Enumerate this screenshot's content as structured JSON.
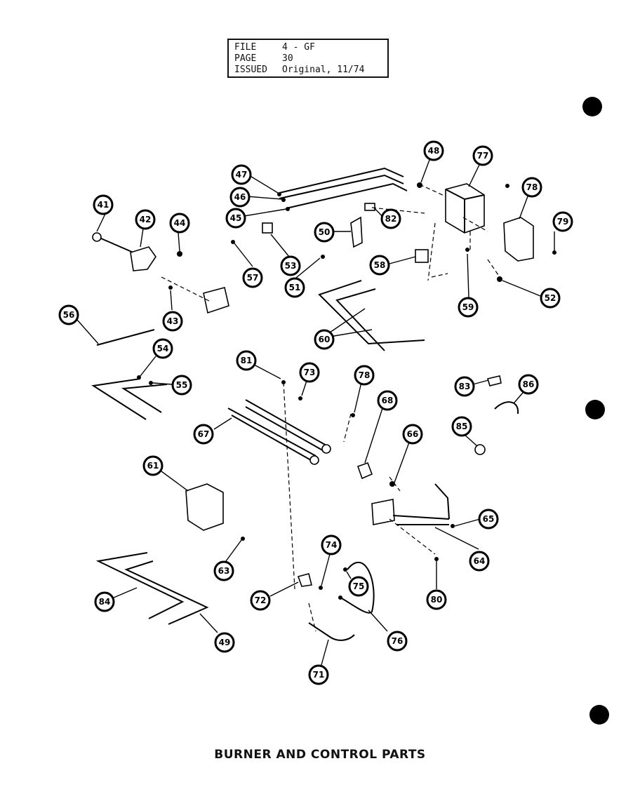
{
  "file_box": {
    "file_label": "FILE",
    "file_value": "4 - GF",
    "page_label": "PAGE",
    "page_value": "30",
    "issued_label": "ISSUED",
    "issued_value": "Original, 11/74"
  },
  "title": "BURNER AND CONTROL PARTS",
  "callouts": [
    "41",
    "42",
    "43",
    "44",
    "45",
    "46",
    "47",
    "48",
    "49",
    "50",
    "51",
    "52",
    "53",
    "54",
    "55",
    "56",
    "57",
    "58",
    "59",
    "60",
    "61",
    "63",
    "64",
    "65",
    "66",
    "67",
    "68",
    "71",
    "72",
    "73",
    "74",
    "75",
    "76",
    "77",
    "78",
    "78",
    "79",
    "80",
    "81",
    "82",
    "83",
    "84",
    "85",
    "86"
  ]
}
